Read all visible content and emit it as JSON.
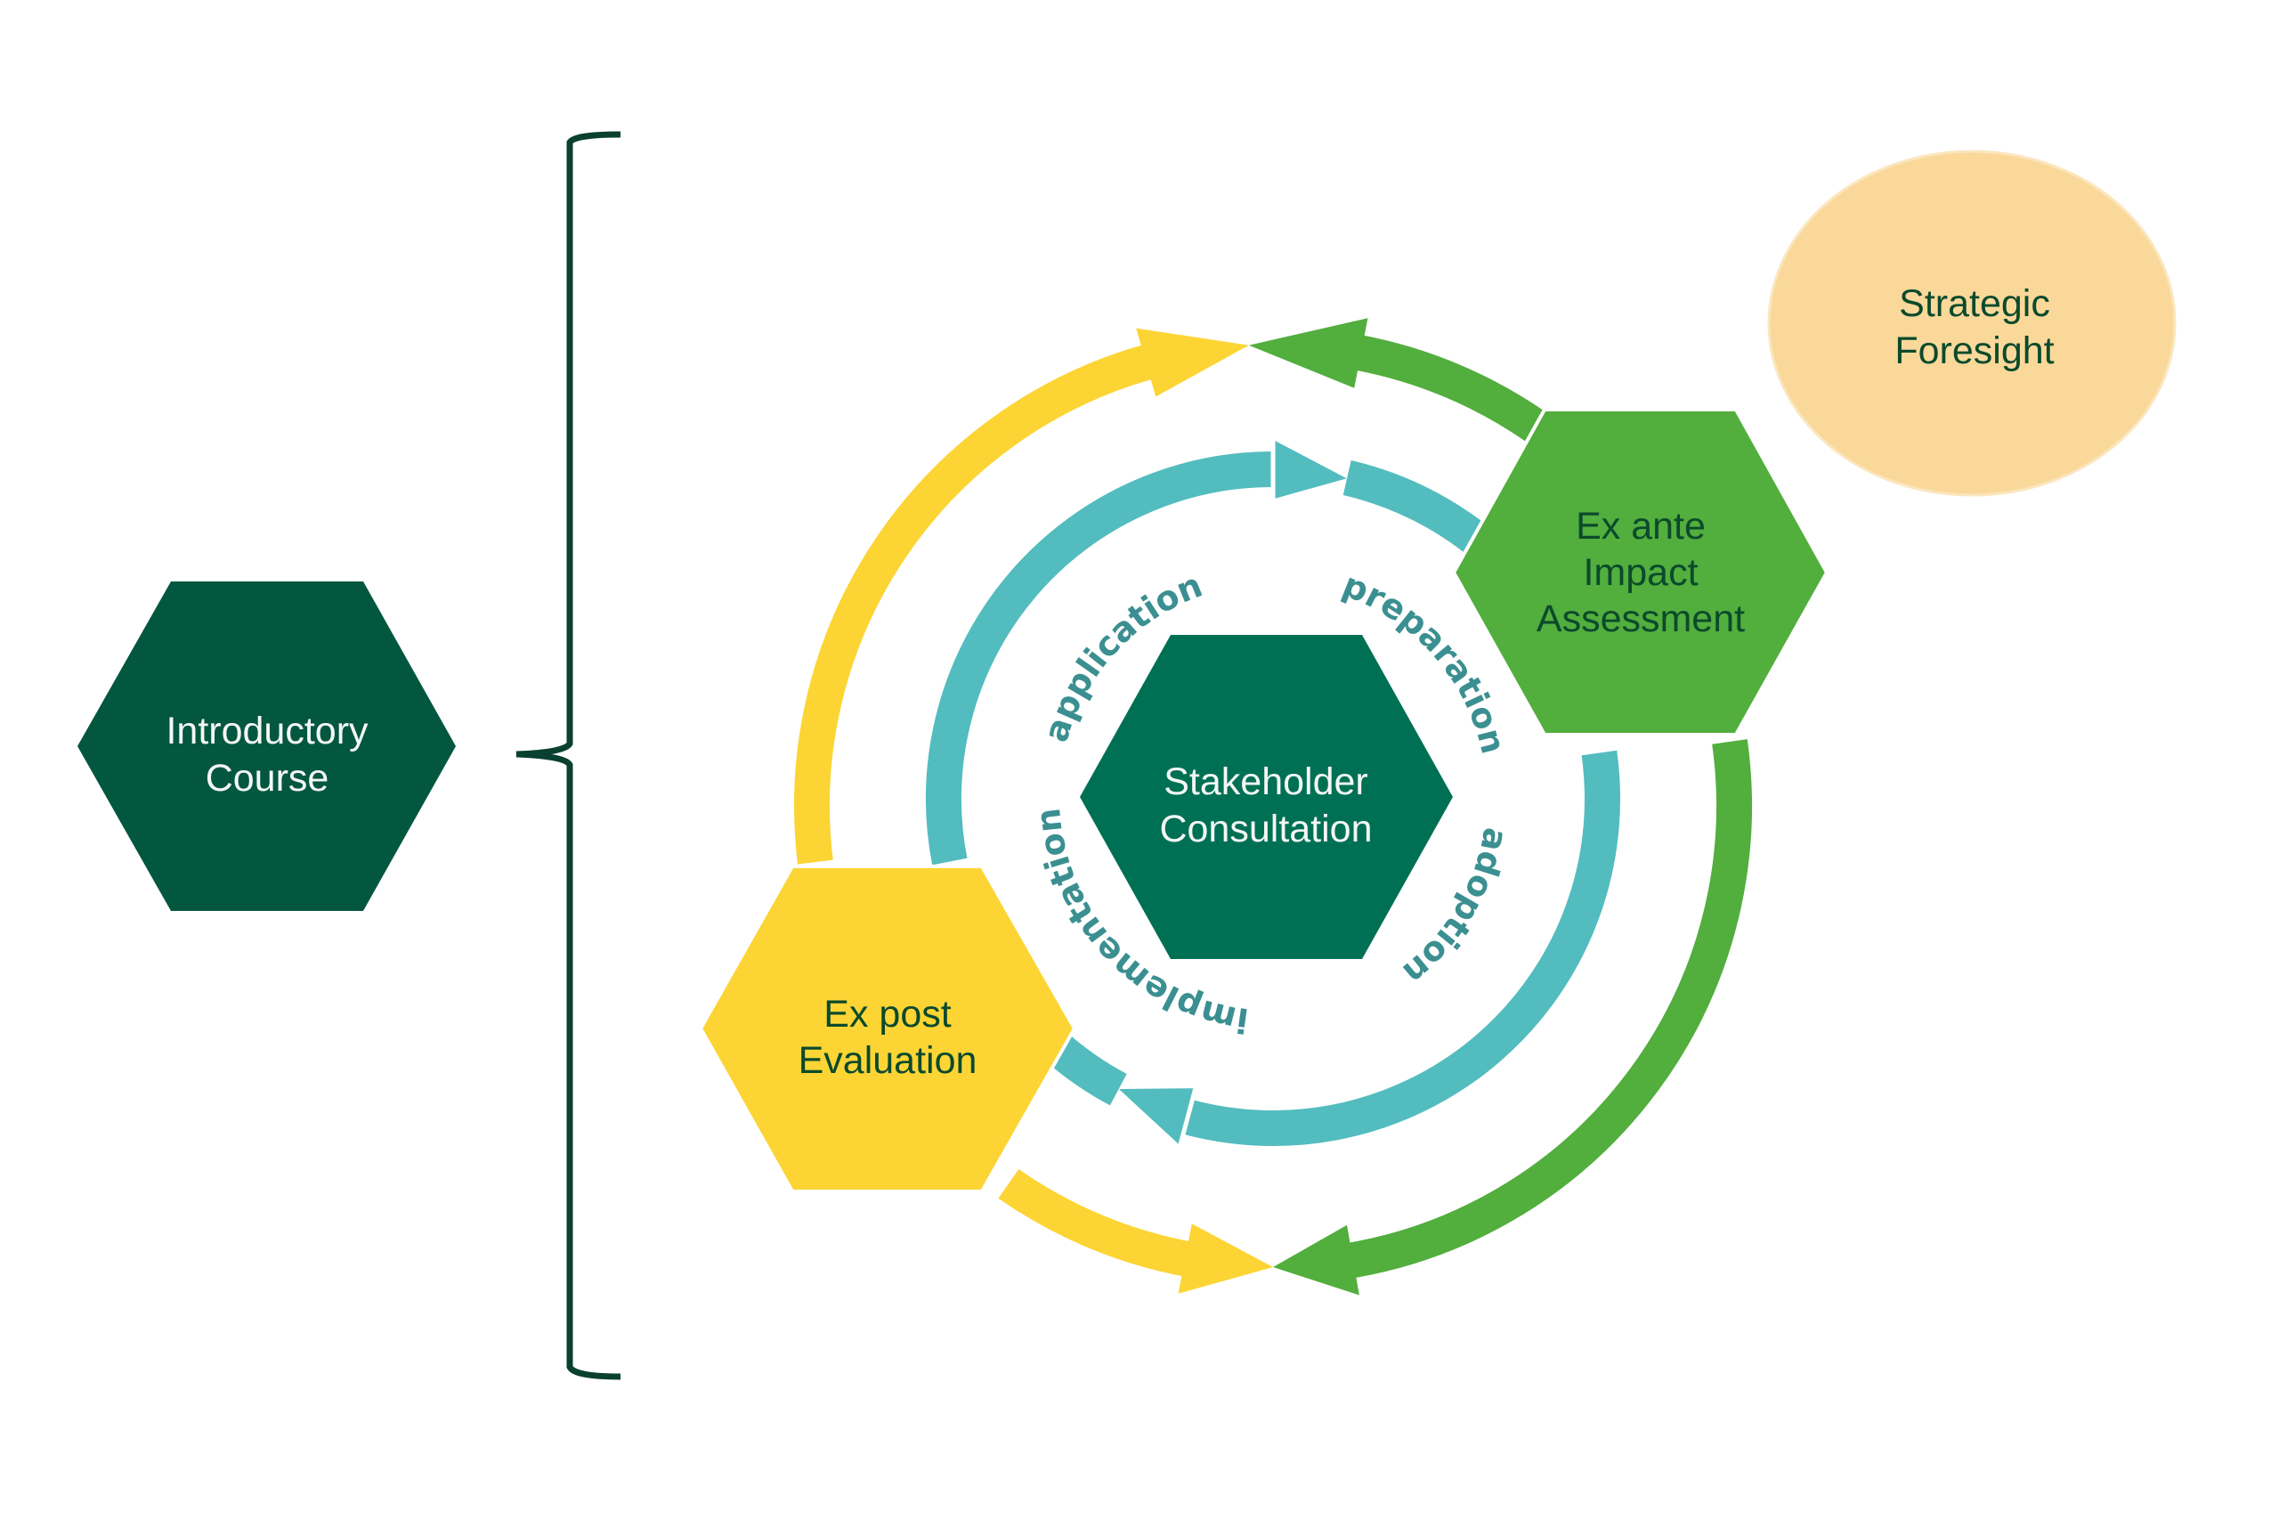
{
  "diagram": {
    "colors": {
      "intro_hex": "#03573f",
      "center_hex": "#007055",
      "ex_ante_hex": "#52ae3d",
      "ex_post_hex": "#fcd535",
      "foresight_circle": "#fad89a",
      "teal_cycle": "#53bcbe",
      "label_text": "#3b8f91",
      "dark_text": "#0b4a2b",
      "light_text": "#f4f7f4",
      "brace": "#0a4030"
    },
    "nodes": {
      "introductory_course": {
        "line1": "Introductory",
        "line2": "Course"
      },
      "stakeholder_consultation": {
        "line1": "Stakeholder",
        "line2": "Consultation"
      },
      "ex_ante": {
        "line1": "Ex ante",
        "line2": "Impact",
        "line3": "Assessment"
      },
      "ex_post": {
        "line1": "Ex post",
        "line2": "Evaluation"
      },
      "strategic_foresight": {
        "line1": "Strategic",
        "line2": "Foresight"
      }
    },
    "cycle_labels": {
      "preparation": "preparation",
      "adoption": "adoption",
      "implementation": "implementation",
      "application": "application"
    },
    "flows": [
      {
        "from": "Ex post Evaluation",
        "to": "top",
        "color": "yellow",
        "direction": "clockwise"
      },
      {
        "from": "Ex ante Impact Assessment",
        "to": "top",
        "color": "green",
        "direction": "counterclockwise"
      },
      {
        "from": "Ex ante Impact Assessment",
        "to": "bottom",
        "color": "green",
        "direction": "clockwise"
      },
      {
        "from": "Ex post Evaluation",
        "to": "bottom",
        "color": "yellow",
        "direction": "counterclockwise"
      },
      {
        "from": "application",
        "to": "preparation",
        "color": "teal",
        "direction": "clockwise"
      },
      {
        "from": "adoption",
        "to": "implementation",
        "color": "teal",
        "direction": "clockwise"
      }
    ]
  }
}
